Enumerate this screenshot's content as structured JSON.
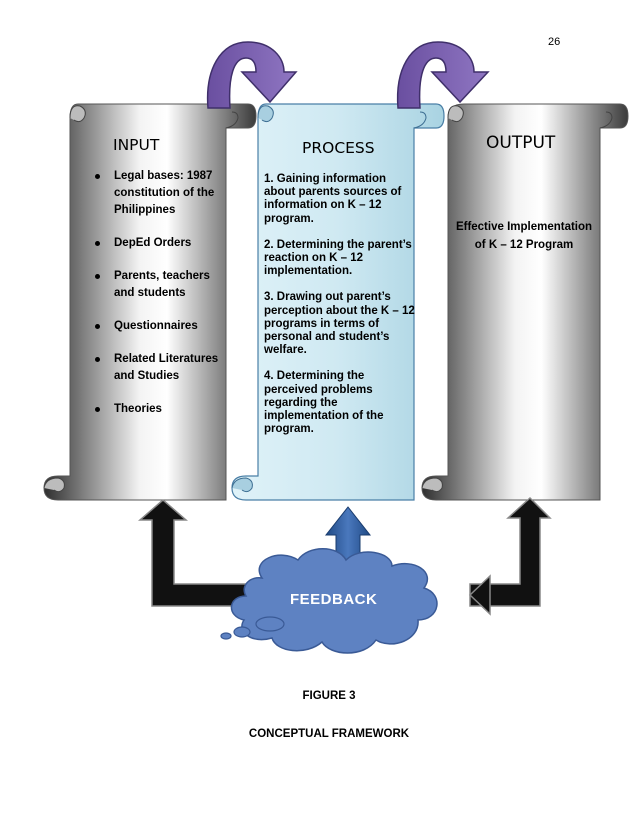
{
  "page_number": "26",
  "input": {
    "title": "INPUT",
    "items": [
      "Legal bases: 1987 constitution of the Philippines",
      "DepEd Orders",
      "Parents, teachers and students",
      "Questionnaires",
      "Related Literatures and Studies",
      "Theories"
    ]
  },
  "process": {
    "title": "PROCESS",
    "items": [
      "1. Gaining information about parents sources of information on K – 12 program.",
      "2. Determining the parent’s reaction on K – 12 implementation.",
      "3.  Drawing out parent’s perception about the K – 12 programs in terms of personal and student’s welfare.",
      "4. Determining the perceived problems regarding the implementation of the program."
    ]
  },
  "output": {
    "title": "OUTPUT",
    "text": "Effective Implementation of K – 12 Program"
  },
  "feedback": {
    "label": "FEEDBACK"
  },
  "figure": {
    "number": "FIGURE 3",
    "caption": "CONCEPTUAL FRAMEWORK"
  },
  "colors": {
    "gray_scroll_dark": "#3c3c3c",
    "gray_scroll_light": "#f2f2f2",
    "blue_scroll": "#c3e3ee",
    "purple_arrow": "#7f63b0",
    "cloud_fill": "#5e82c2",
    "cloud_stroke": "#3a5a96",
    "blue_arrow": "#2f5a9a"
  }
}
